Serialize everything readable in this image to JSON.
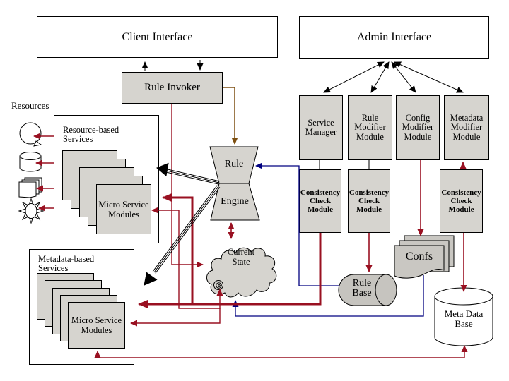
{
  "colors": {
    "line_dark_red": "#991021",
    "line_navy": "#000080",
    "line_brown": "#7d4f10",
    "line_black": "#000000",
    "box_gray": "#d6d4cf",
    "cylinder_gray": "#c6c4bf",
    "background": "#ffffff"
  },
  "top": {
    "client_interface": "Client Interface",
    "admin_interface": "Admin Interface"
  },
  "middle": {
    "rule_invoker": "Rule Invoker",
    "rule_engine": {
      "top": "Rule",
      "bottom": "Engine"
    },
    "current_state": "Current State"
  },
  "left": {
    "resources_label": "Resources",
    "resource_icons": [
      "balloon-resource-icon",
      "database-cylinder-icon",
      "documents-stack-icon",
      "sun-burst-icon"
    ],
    "resource_services": {
      "label": "Resource-based Services",
      "modules": "Micro Service Modules"
    },
    "metadata_services": {
      "label": "Metadata-based Services",
      "modules": "Micro Service Modules"
    }
  },
  "admin": {
    "modules": [
      {
        "label": "Service Manager"
      },
      {
        "label": "Rule Modifier Module"
      },
      {
        "label": "Config Modifier Module"
      },
      {
        "label": "Metadata Modifier Module"
      }
    ],
    "consistency_modules": [
      {
        "label": "Consistency Check Module"
      },
      {
        "label": "Consistency Check Module"
      },
      {
        "label": "Consistency Check Module"
      }
    ]
  },
  "storage": {
    "rule_base": "Rule Base",
    "confs": "Confs",
    "meta_data_base": "Meta Data Base"
  }
}
